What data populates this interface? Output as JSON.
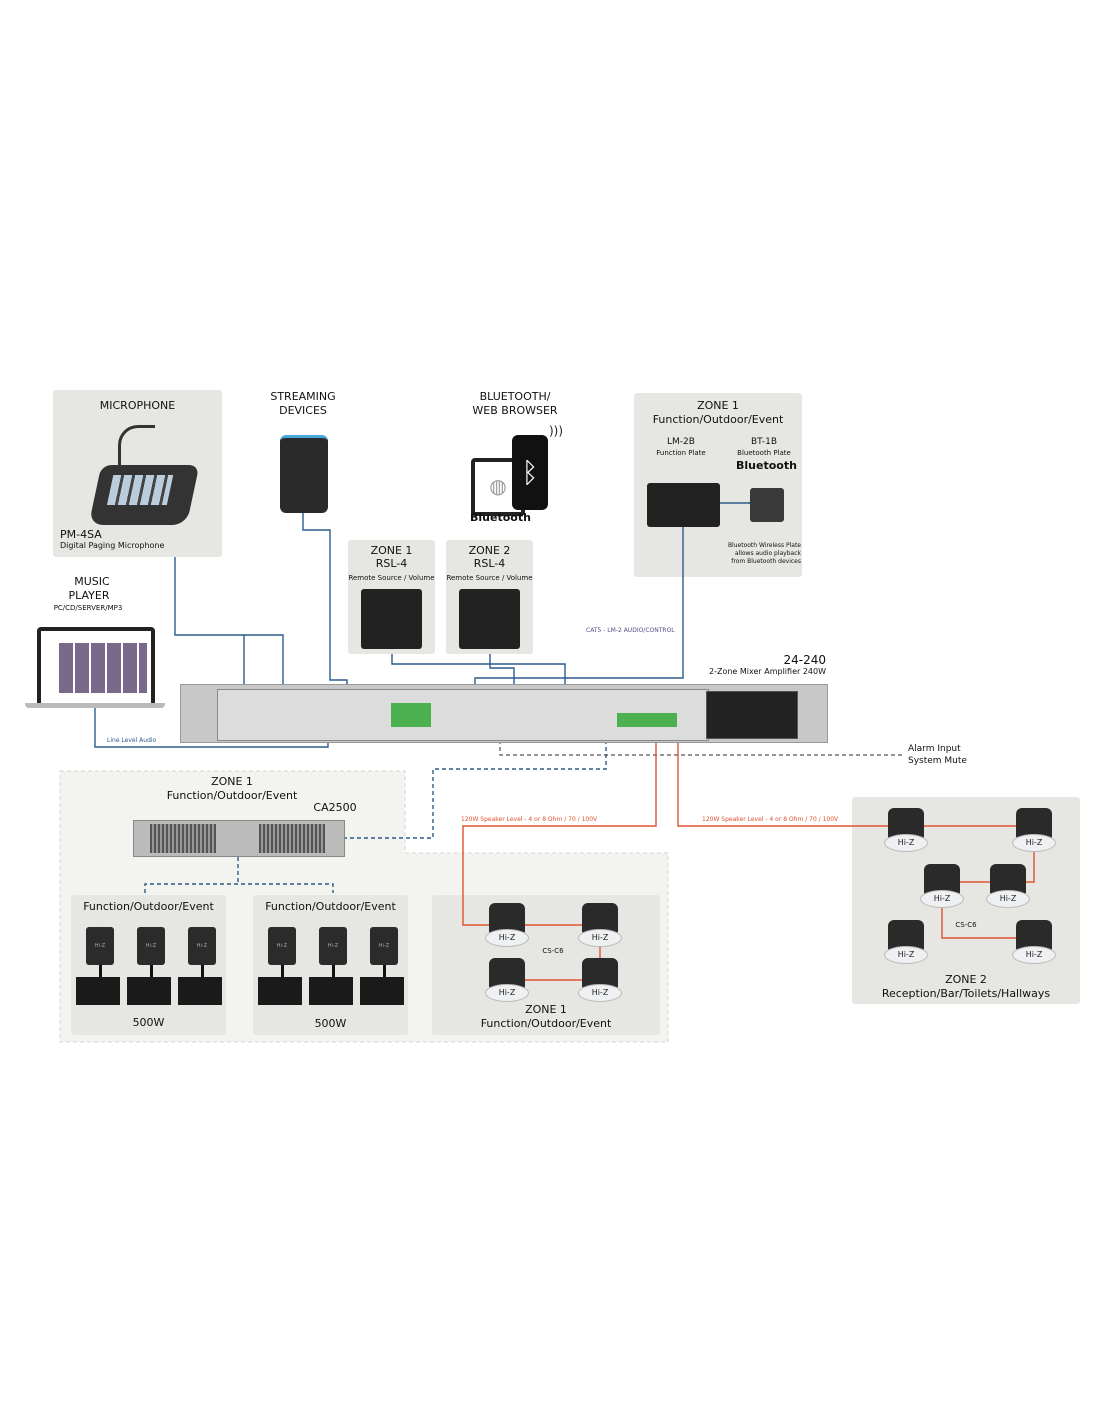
{
  "microphone": {
    "title": "MICROPHONE",
    "model": "PM-4SA",
    "desc": "Digital Paging Microphone"
  },
  "streaming": {
    "line1": "STREAMING",
    "line2": "DEVICES"
  },
  "bluetooth": {
    "line1": "BLUETOOTH/",
    "line2": "WEB BROWSER",
    "logo": "Bluetooth"
  },
  "rsl_zone1": {
    "zone": "ZONE 1",
    "model": "RSL-4",
    "desc": "Remote Source / Volume"
  },
  "rsl_zone2": {
    "zone": "ZONE 2",
    "model": "RSL-4",
    "desc": "Remote Source / Volume"
  },
  "zone1_plates": {
    "zone": "ZONE 1",
    "area": "Function/Outdoor/Event",
    "lm_model": "LM-2B",
    "lm_desc": "Function Plate",
    "bt_model": "BT-1B",
    "bt_desc": "Bluetooth Plate",
    "bt_logo": "Bluetooth",
    "note1": "Bluetooth Wireless Plate",
    "note2": "allows audio playback",
    "note3": "from Bluetooth devices"
  },
  "music_player": {
    "line1": "MUSIC",
    "line2": "PLAYER",
    "sub": "PC/CD/SERVER/MP3"
  },
  "cables": {
    "cat5": "CAT5 - LM-2 AUDIO/CONTROL",
    "line_level": "Line Level Audio",
    "speaker_z1": "120W Speaker Level -  4 or 8 Ohm / 70 / 100V",
    "speaker_z2": "120W Speaker Level -  4 or 8 Ohm / 70 / 100V"
  },
  "amplifier": {
    "model": "24-240",
    "desc": "2-Zone Mixer Amplifier 240W"
  },
  "alarm": {
    "line1": "Alarm Input",
    "line2": "System Mute"
  },
  "zone1_lower": {
    "zone": "ZONE 1",
    "area": "Function/Outdoor/Event",
    "amp_model": "CA2500",
    "group1_title": "Function/Outdoor/Event",
    "group1_power": "500W",
    "group2_title": "Function/Outdoor/Event",
    "group2_power": "500W",
    "speaker_label": "Hi-Z",
    "ceiling_model": "CS-C6",
    "ceiling_zone": "ZONE 1",
    "ceiling_area": "Function/Outdoor/Event"
  },
  "zone2": {
    "zone": "ZONE 2",
    "area": "Reception/Bar/Toilets/Hallways",
    "model": "CS-C6",
    "speaker_label": "Hi-Z"
  },
  "colors": {
    "signal": "#2e5b8a",
    "speaker": "#e0532f"
  }
}
